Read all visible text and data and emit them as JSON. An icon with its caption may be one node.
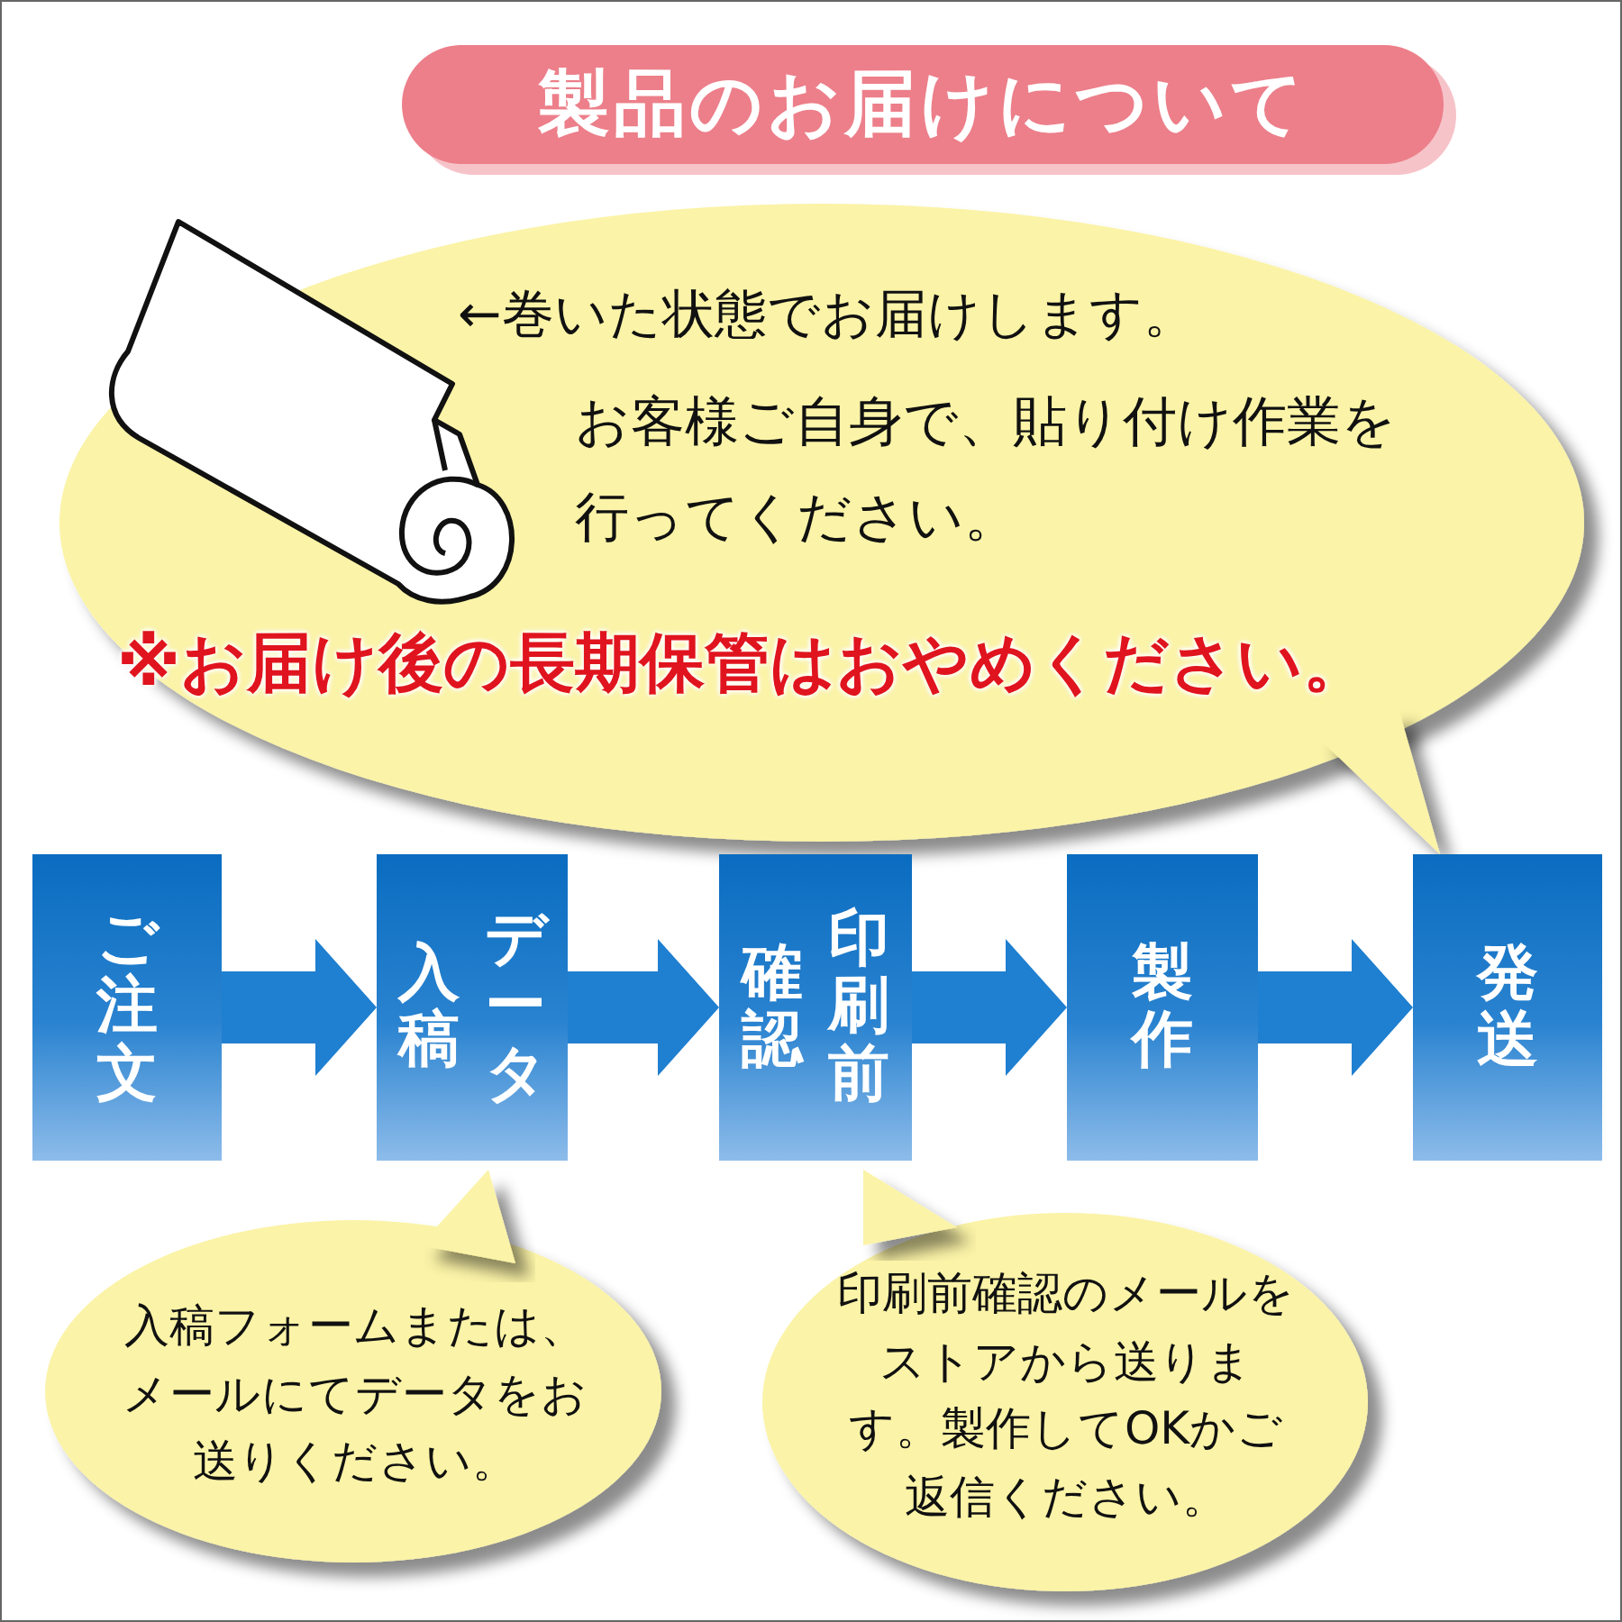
{
  "diagram": {
    "title": "製品のお届けについて",
    "nodes": [
      {
        "text": [
          "←巻いた状態でお届けします。",
          "お客様ご自身で、貼り付け作業を行ってください。",
          "※お届け後の長期保管はおやめください。"
        ]
      },
      {
        "text": [
          "ご注文"
        ]
      },
      {
        "text": [
          "入稿",
          "データ"
        ]
      },
      {
        "text": [
          "確認",
          "印刷前"
        ]
      },
      {
        "text": [
          "製作"
        ]
      },
      {
        "text": [
          "発送"
        ]
      },
      {
        "text": [
          "入稿フォームまたは、メールにてデータをお送りください。"
        ]
      },
      {
        "text": [
          "印刷前確認のメールをストアから送ります。製作してOKかご返信ください。"
        ]
      }
    ],
    "edges": [
      {
        "from": 1,
        "to": 2,
        "arrow": "to",
        "style": "thick"
      },
      {
        "from": 2,
        "to": 3,
        "arrow": "to",
        "style": "thick"
      },
      {
        "from": 3,
        "to": 4,
        "arrow": "to",
        "style": "thick"
      },
      {
        "from": 4,
        "to": 5,
        "arrow": "to",
        "style": "thick"
      }
    ]
  }
}
